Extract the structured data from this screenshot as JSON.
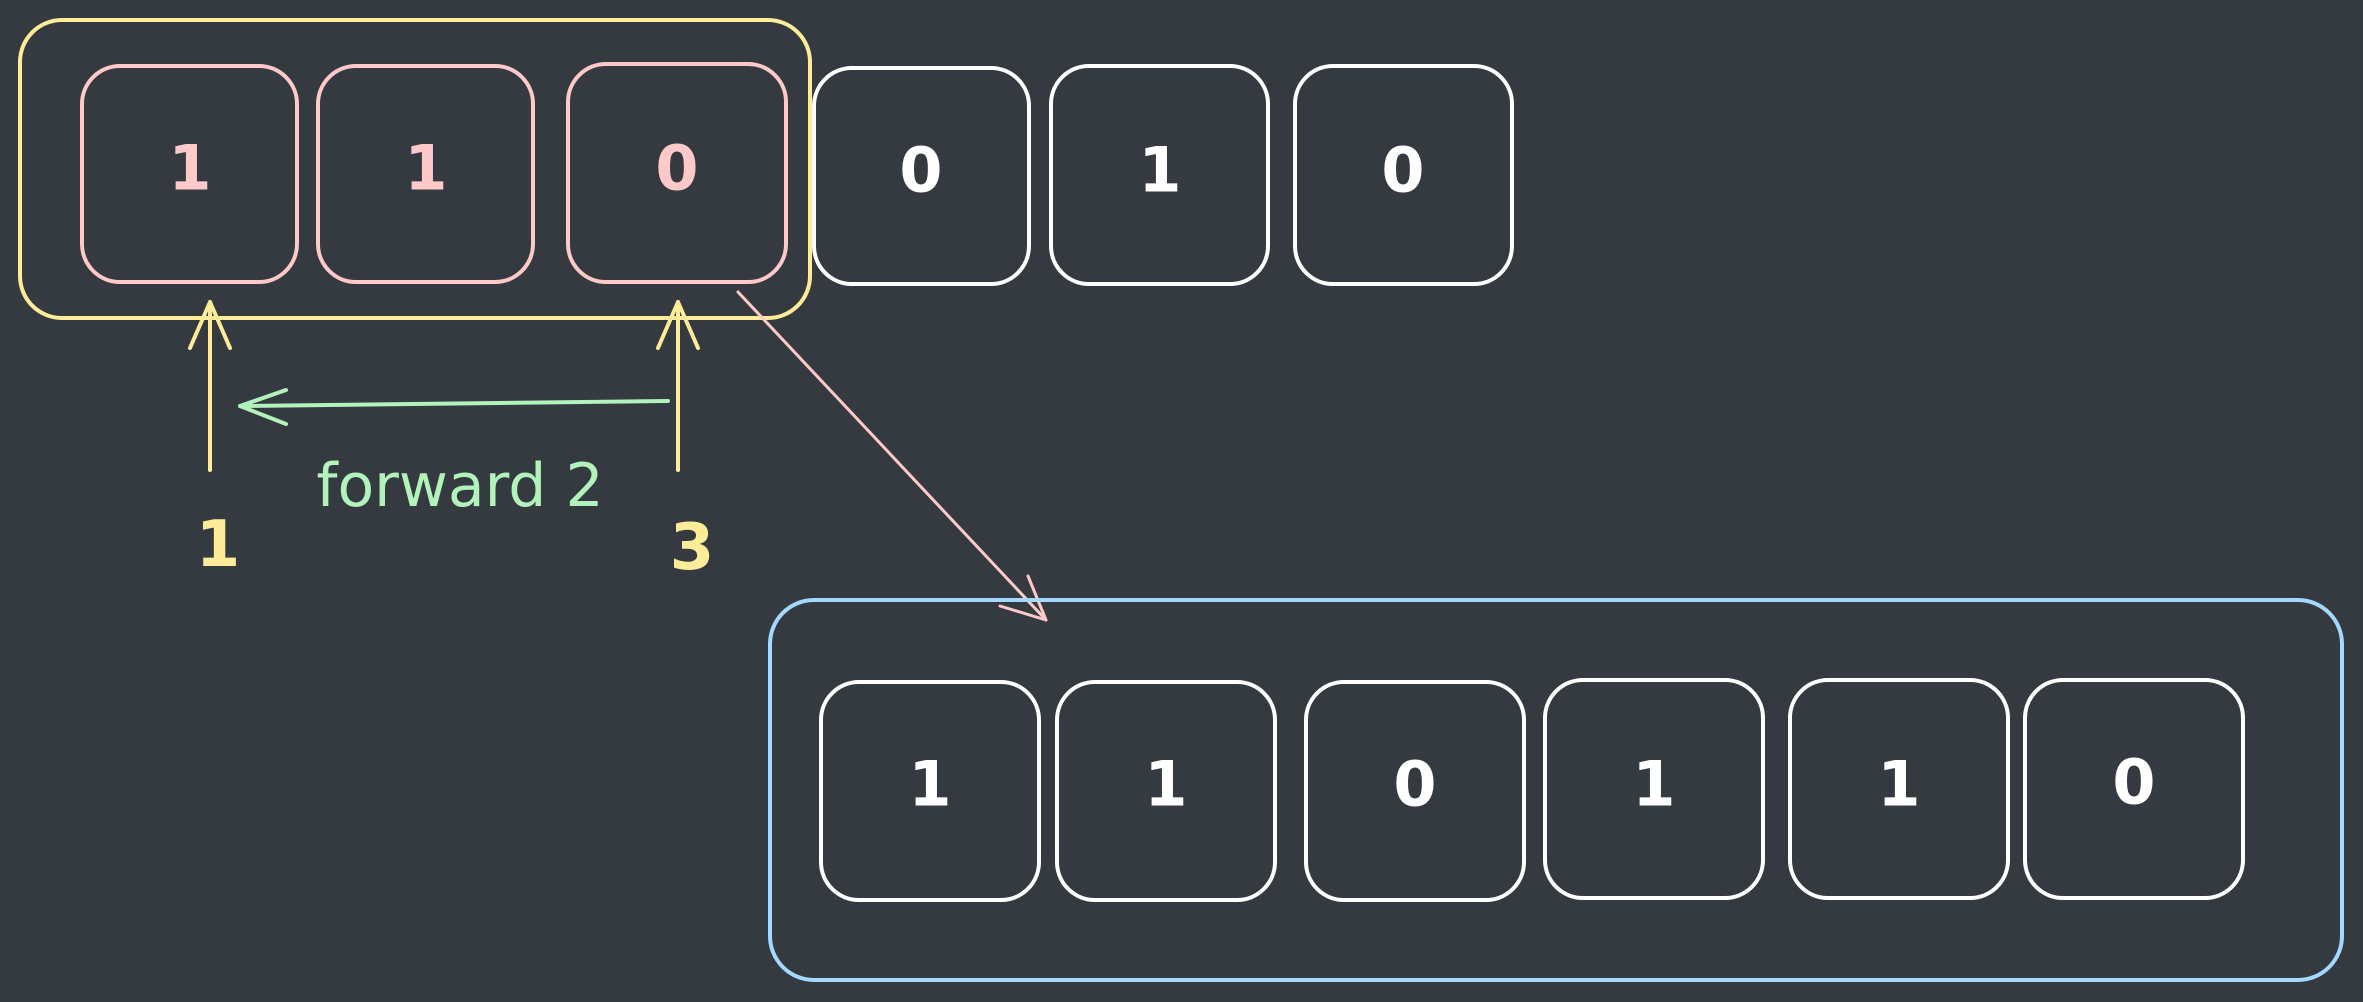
{
  "colors": {
    "background": "#343a40",
    "window_outline": "#ffec99",
    "window_cells": "#ffc9c9",
    "plain_cells": "#ffffff",
    "result_outline": "#a5d8ff",
    "forward_arrow": "#b2f2bb",
    "copy_arrow": "#ffc9c9"
  },
  "top_row": {
    "cells": [
      "1",
      "1",
      "0",
      "0",
      "1",
      "0"
    ],
    "window_size": 3
  },
  "pointers": {
    "start_label": "1",
    "end_label": "3"
  },
  "forward": {
    "label": "forward 2"
  },
  "result_row": {
    "cells": [
      "1",
      "1",
      "0",
      "1",
      "1",
      "0"
    ]
  }
}
